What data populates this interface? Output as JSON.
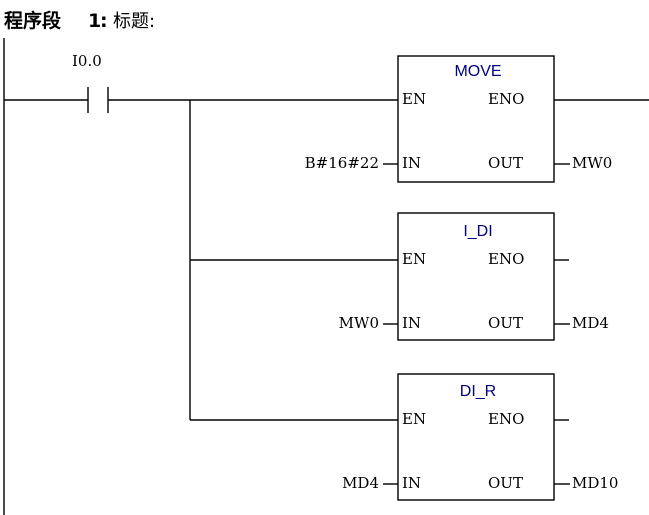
{
  "network": {
    "label": "程序段",
    "number": "1",
    "separator": ":",
    "title": "标题:"
  },
  "contact": {
    "address": "I0.0"
  },
  "colors": {
    "line": "#000000",
    "block_name": "#000080",
    "background": "#ffffff"
  },
  "blocks": [
    {
      "name": "MOVE",
      "en": "EN",
      "eno": "ENO",
      "in_pin": "IN",
      "out_pin": "OUT",
      "in_operand": "B#16#22",
      "out_operand": "MW0"
    },
    {
      "name": "I_DI",
      "en": "EN",
      "eno": "ENO",
      "in_pin": "IN",
      "out_pin": "OUT",
      "in_operand": "MW0",
      "out_operand": "MD4"
    },
    {
      "name": "DI_R",
      "en": "EN",
      "eno": "ENO",
      "in_pin": "IN",
      "out_pin": "OUT",
      "in_operand": "MD4",
      "out_operand": "MD10"
    }
  ]
}
